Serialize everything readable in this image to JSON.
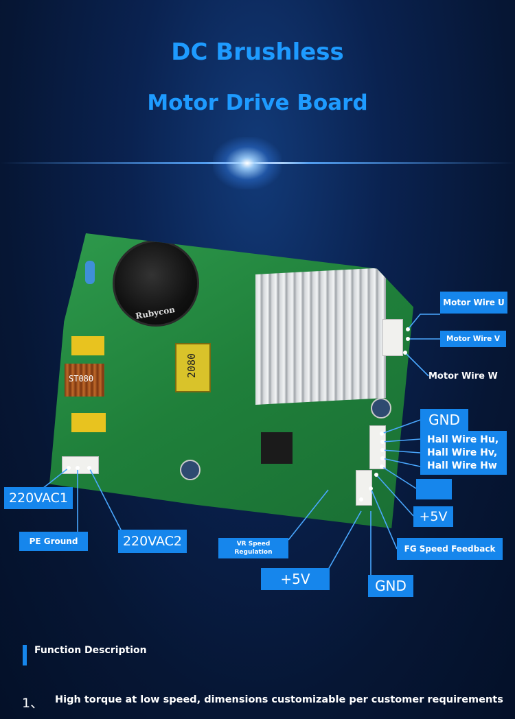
{
  "title_line1": "DC Brushless",
  "title_line2": "Motor Drive Board",
  "labels": {
    "motor_wire_u": "Motor Wire U",
    "motor_wire_v": "Motor Wire V",
    "motor_wire_w": "Motor Wire W",
    "gnd_top": "GND",
    "hall_hu": "Hall Wire Hu,",
    "hall_hv": "Hall Wire Hv,",
    "hall_hw": "Hall Wire Hw",
    "plus5v_right": "+5V",
    "fg_speed": "FG Speed Feedback",
    "vr_speed_1": "VR Speed",
    "vr_speed_2": "Regulation",
    "plus5v_bottom": "+5V",
    "gnd_bottom": "GND",
    "ac1": "220VAC1",
    "pe_ground": "PE Ground",
    "ac2": "220VAC2"
  },
  "board_text": {
    "capacitor_brand": "Rubycon",
    "transformer_code": "2080",
    "coil_code": "ST080"
  },
  "function": {
    "heading": "Function Description",
    "items": [
      {
        "num": "1、",
        "text": "High torque at low speed, dimensions customizable per customer requirements"
      }
    ]
  },
  "colors": {
    "title": "#1e9bff",
    "label_bg": "#1686ec",
    "board": "#1f7f3a"
  }
}
